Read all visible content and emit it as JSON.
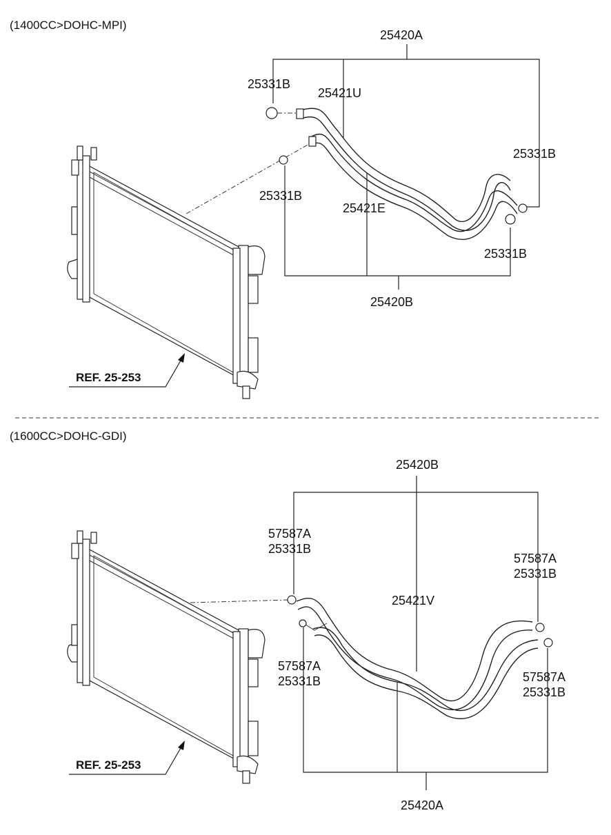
{
  "sections": [
    {
      "title": "(1400CC>DOHC-MPI)",
      "labels": {
        "hose_set_top": "25420A",
        "clamp_upper_left": "25331B",
        "hose_upper": "25421U",
        "clamp_upper_right": "25331B",
        "clamp_mid_left": "25331B",
        "hose_lower": "25421E",
        "clamp_lower_right": "25331B",
        "hose_set_bottom": "25420B"
      },
      "ref": "REF. 25-253"
    },
    {
      "title": "(1600CC>DOHC-GDI)",
      "labels": {
        "hose_set_top": "25420B",
        "clip_upper_left": "57587A",
        "clamp_upper_left": "25331B",
        "clip_upper_right": "57587A",
        "clamp_upper_right": "25331B",
        "hose": "25421V",
        "clip_lower_left": "57587A",
        "clamp_lower_left": "25331B",
        "clip_lower_right": "57587A",
        "clamp_lower_right": "25331B",
        "hose_set_bottom": "25420A"
      },
      "ref": "REF. 25-253"
    }
  ]
}
